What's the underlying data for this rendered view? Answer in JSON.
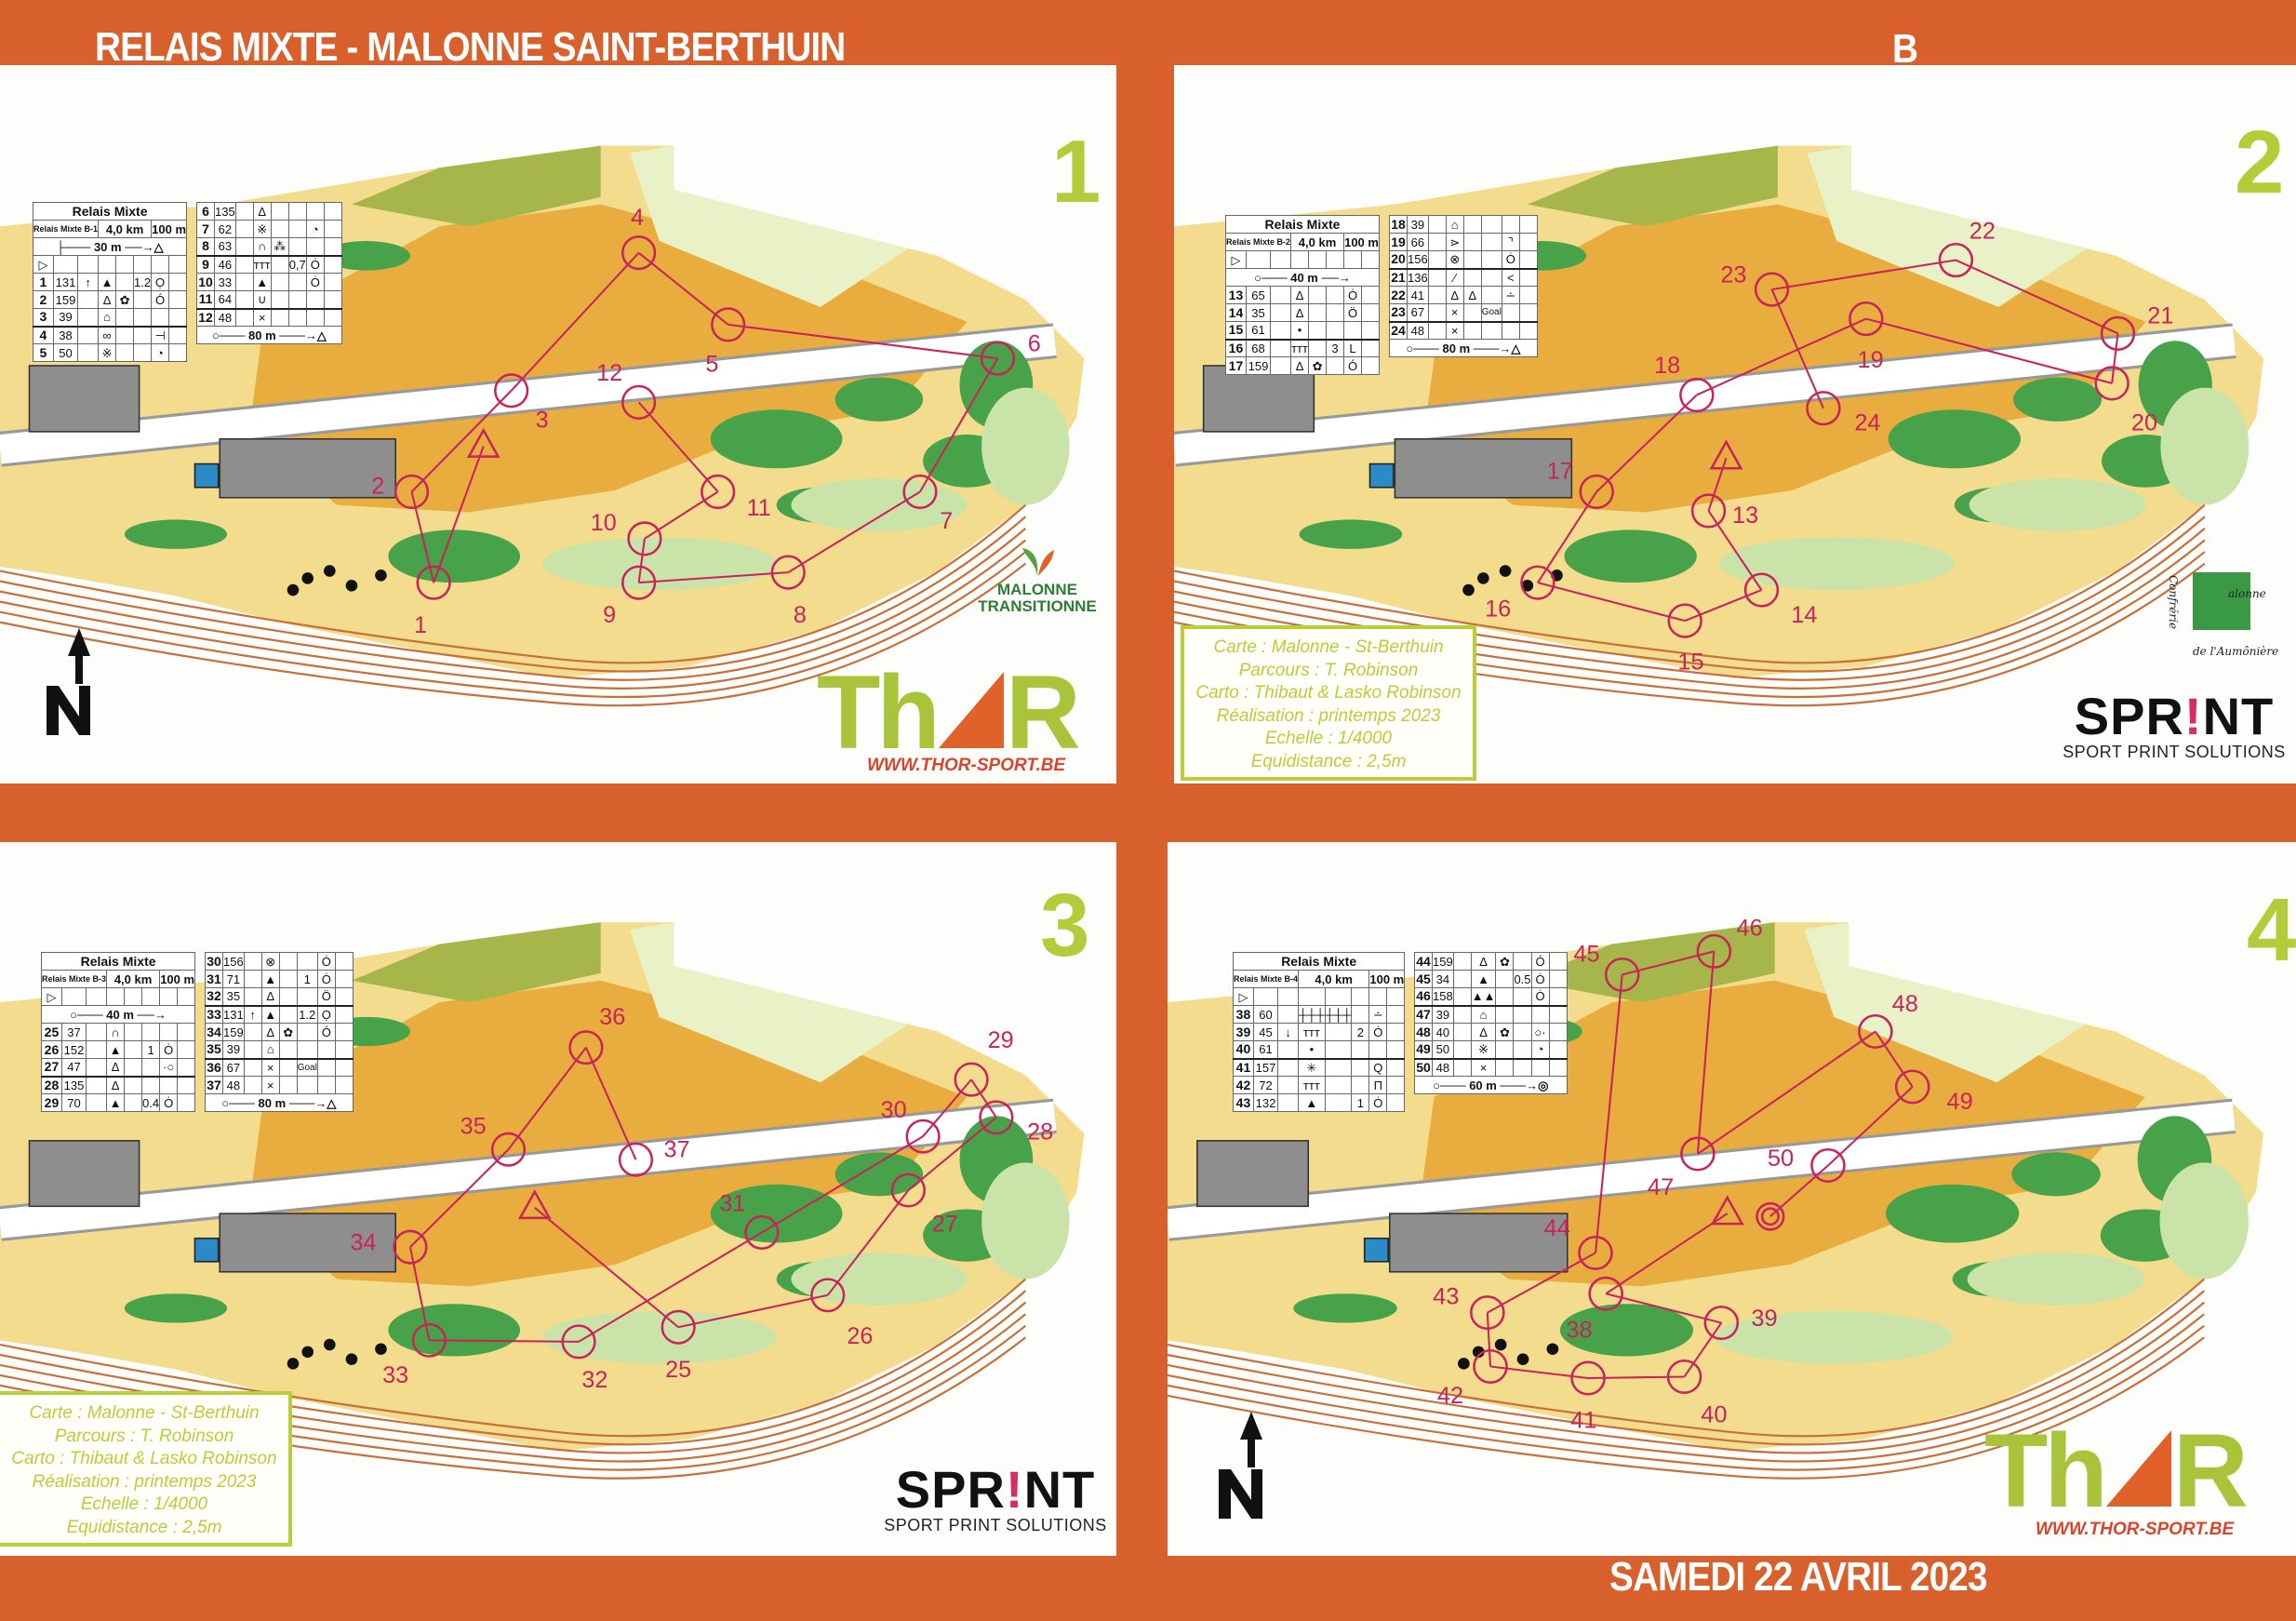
{
  "header": {
    "title": "RELAIS MIXTE - MALONNE SAINT-BERTHUIN",
    "variant": "B"
  },
  "footer": {
    "date": "SAMEDI 22 AVRIL 2023"
  },
  "colors": {
    "background": "#d8602c",
    "course": "#c8235a",
    "brand_green": "#a9c43a"
  },
  "logos": {
    "thor": {
      "left": "Th",
      "right": "R",
      "url": "WWW.THOR-SPORT.BE"
    },
    "sprint": {
      "name_a": "SP",
      "name_b": "R",
      "name_c": "!",
      "name_d": "NT",
      "tagline": "SPORT PRINT SOLUTIONS"
    },
    "malonne_transitionne": {
      "line1": "MALONNE",
      "line2": "TRANSITIONNE"
    },
    "confrerie": {
      "top": "alonne",
      "side": "Confrérie",
      "bottom": "de l'Aumônière"
    }
  },
  "credits": {
    "lines": [
      "Carte : Malonne - St-Berthuin",
      "Parcours : T. Robinson",
      "Carto : Thibaut & Lasko Robinson",
      "Réalisation : printemps 2023",
      "Echelle : 1/4000",
      "Equidistance : 2,5m"
    ]
  },
  "panels": [
    {
      "number": "1",
      "table": {
        "title": "Relais Mixte",
        "class": "Relais Mixte B-1",
        "length": "4,0 km",
        "climb": "100 m",
        "pre": [
          {
            "kind": "route-to-start",
            "dist": "30 m"
          },
          {
            "kind": "start"
          }
        ],
        "left_rows": [
          [
            "1",
            "131",
            "↑",
            "▲",
            "",
            "1.2",
            "Ọ",
            ""
          ],
          [
            "2",
            "159",
            "",
            "Δ",
            "✿",
            "",
            "Ó",
            ""
          ],
          [
            "3",
            "39",
            "",
            "⌂",
            "",
            "",
            "",
            ""
          ],
          [
            "4",
            "38",
            "",
            "∞",
            "",
            "",
            "⊣",
            ""
          ],
          [
            "5",
            "50",
            "",
            "※",
            "",
            "",
            "◔",
            ""
          ]
        ],
        "right_rows": [
          [
            "6",
            "135",
            "",
            "Δ",
            "",
            "",
            "",
            ""
          ],
          [
            "7",
            "62",
            "",
            "※",
            "",
            "",
            "◔",
            ""
          ],
          [
            "8",
            "63",
            "",
            "∩",
            "⁂",
            "",
            "",
            ""
          ],
          [
            "9",
            "46",
            "",
            "ттт",
            "",
            "0,7",
            "Ȯ",
            ""
          ],
          [
            "10",
            "33",
            "",
            "▲",
            "",
            "",
            "Ȯ",
            ""
          ],
          [
            "11",
            "64",
            "",
            "∪",
            "",
            "",
            "",
            ""
          ],
          [
            "12",
            "48",
            "",
            "×",
            "",
            "",
            "",
            ""
          ]
        ],
        "finish": {
          "dist": "80 m",
          "end": "△"
        }
      },
      "controls": [
        "1",
        "2",
        "3",
        "4",
        "5",
        "6",
        "7",
        "8",
        "9",
        "10",
        "11",
        "12"
      ]
    },
    {
      "number": "2",
      "table": {
        "title": "Relais Mixte",
        "class": "Relais Mixte B-2",
        "length": "4,0 km",
        "climb": "100 m",
        "pre": [
          {
            "kind": "start"
          },
          {
            "kind": "route-from-start",
            "dist": "40 m"
          }
        ],
        "left_rows": [
          [
            "13",
            "65",
            "",
            "Δ",
            "",
            "",
            "Ȯ",
            ""
          ],
          [
            "14",
            "35",
            "",
            "Δ",
            "",
            "",
            "Ö",
            ""
          ],
          [
            "15",
            "61",
            "",
            "•",
            "",
            "",
            "",
            ""
          ],
          [
            "16",
            "68",
            "",
            "ттт",
            "",
            "3",
            "L",
            ""
          ],
          [
            "17",
            "159",
            "",
            "Δ",
            "✿",
            "",
            "Ó",
            ""
          ]
        ],
        "right_rows": [
          [
            "18",
            "39",
            "",
            "⌂",
            "",
            "",
            "",
            ""
          ],
          [
            "19",
            "66",
            "",
            "⋗",
            "",
            "",
            "⌝",
            ""
          ],
          [
            "20",
            "156",
            "",
            "⊗",
            "",
            "",
            "Ȯ",
            ""
          ],
          [
            "21",
            "136",
            "",
            "⁄",
            "",
            "",
            "<",
            ""
          ],
          [
            "22",
            "41",
            "",
            "Δ",
            "Δ",
            "",
            "∸",
            ""
          ],
          [
            "23",
            "67",
            "",
            "×",
            "",
            "Goal",
            "",
            ""
          ],
          [
            "24",
            "48",
            "",
            "×",
            "",
            "",
            "",
            ""
          ]
        ],
        "finish": {
          "dist": "80 m",
          "end": "△"
        }
      },
      "controls": [
        "13",
        "14",
        "15",
        "16",
        "17",
        "18",
        "19",
        "20",
        "21",
        "22",
        "23",
        "24"
      ]
    },
    {
      "number": "3",
      "table": {
        "title": "Relais Mixte",
        "class": "Relais Mixte B-3",
        "length": "4,0 km",
        "climb": "100 m",
        "pre": [
          {
            "kind": "start"
          },
          {
            "kind": "route-from-start",
            "dist": "40 m"
          }
        ],
        "left_rows": [
          [
            "25",
            "37",
            "",
            "∩",
            "",
            "",
            "",
            ""
          ],
          [
            "26",
            "152",
            "",
            "▲",
            "",
            "1",
            "Ȯ",
            ""
          ],
          [
            "27",
            "47",
            "",
            "Δ",
            "",
            "",
            "·○",
            ""
          ],
          [
            "28",
            "135",
            "",
            "Δ",
            "",
            "",
            "",
            ""
          ],
          [
            "29",
            "70",
            "",
            "▲",
            "",
            "0.4",
            "Ȯ",
            ""
          ]
        ],
        "right_rows": [
          [
            "30",
            "156",
            "",
            "⊗",
            "",
            "",
            "Ȯ",
            ""
          ],
          [
            "31",
            "71",
            "",
            "▲",
            "",
            "1",
            "Ȯ",
            ""
          ],
          [
            "32",
            "35",
            "",
            "Δ",
            "",
            "",
            "Ö",
            ""
          ],
          [
            "33",
            "131",
            "↑",
            "▲",
            "",
            "1.2",
            "Ọ",
            ""
          ],
          [
            "34",
            "159",
            "",
            "Δ",
            "✿",
            "",
            "Ó",
            ""
          ],
          [
            "35",
            "39",
            "",
            "⌂",
            "",
            "",
            "",
            ""
          ],
          [
            "36",
            "67",
            "",
            "×",
            "",
            "Goal",
            "",
            ""
          ],
          [
            "37",
            "48",
            "",
            "×",
            "",
            "",
            "",
            ""
          ]
        ],
        "finish": {
          "dist": "80 m",
          "end": "△"
        }
      },
      "controls": [
        "25",
        "26",
        "27",
        "28",
        "29",
        "30",
        "31",
        "32",
        "33",
        "34",
        "35",
        "36",
        "37"
      ]
    },
    {
      "number": "4",
      "table": {
        "title": "Relais Mixte",
        "class": "Relais Mixte B-4",
        "length": "4,0 km",
        "climb": "100 m",
        "pre": [
          {
            "kind": "start"
          }
        ],
        "left_rows": [
          [
            "38",
            "60",
            "",
            "┼┼┼",
            "┼┼┼",
            "",
            "∸",
            ""
          ],
          [
            "39",
            "45",
            "↓",
            "ттт",
            "",
            "2",
            "Ȯ",
            ""
          ],
          [
            "40",
            "61",
            "",
            "•",
            "",
            "",
            "",
            ""
          ],
          [
            "41",
            "157",
            "",
            "✳",
            "",
            "",
            "Q",
            ""
          ],
          [
            "42",
            "72",
            "",
            "ттт",
            "",
            "",
            "Π",
            ""
          ],
          [
            "43",
            "132",
            "",
            "▲",
            "",
            "1",
            "Ȯ",
            ""
          ]
        ],
        "right_rows": [
          [
            "44",
            "159",
            "",
            "Δ",
            "✿",
            "",
            "Ó",
            ""
          ],
          [
            "45",
            "34",
            "",
            "▲",
            "",
            "0.5",
            "Ȯ",
            ""
          ],
          [
            "46",
            "158",
            "",
            "▲▲",
            "",
            "",
            "Ȯ",
            ""
          ],
          [
            "47",
            "39",
            "",
            "⌂",
            "",
            "",
            "",
            ""
          ],
          [
            "48",
            "40",
            "",
            "Δ",
            "✿",
            "",
            "○·",
            ""
          ],
          [
            "49",
            "50",
            "",
            "※",
            "",
            "",
            "◔",
            ""
          ],
          [
            "50",
            "48",
            "",
            "×",
            "",
            "",
            "",
            ""
          ]
        ],
        "finish": {
          "dist": "60 m",
          "end": "◎"
        }
      },
      "controls": [
        "38",
        "39",
        "40",
        "41",
        "42",
        "43",
        "44",
        "45",
        "46",
        "47",
        "48",
        "49",
        "50"
      ]
    }
  ]
}
